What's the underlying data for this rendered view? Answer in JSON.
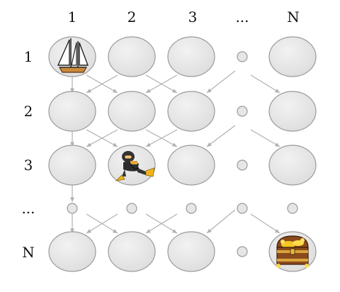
{
  "column_labels": [
    "1",
    "2",
    "3",
    "...",
    "N"
  ],
  "row_labels": [
    "1",
    "2",
    "3",
    "...",
    "N"
  ],
  "colors": {
    "node_fill": "#e6e6e6",
    "node_stroke": "#9a9a9a",
    "arrow": "#b0b0b0"
  },
  "markers": [
    {
      "name": "sailboat-icon",
      "row": 1,
      "col": 1
    },
    {
      "name": "diver-icon",
      "row": 3,
      "col": 2
    },
    {
      "name": "treasure-chest-icon",
      "row": 5,
      "col": 5
    }
  ]
}
